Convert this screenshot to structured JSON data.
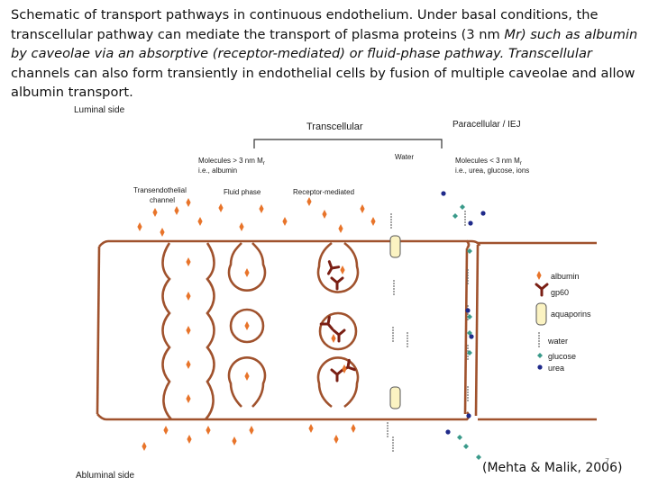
{
  "caption": {
    "p1": "Schematic of transport pathways in continuous endothelium. Under basal conditions, the transcellular pathway can mediate the transport of plasma proteins (3 nm ",
    "p2": "Mr) such as albumin by  caveolae via an absorptive (receptor-mediated) or fluid-phase pathway. Transcellular",
    "p3": " channels can also form transiently in endothelial cells by fusion of multiple caveolae and allow albumin transport."
  },
  "diagram": {
    "luminal": "Luminal side",
    "abluminal": "Abluminal side",
    "transcellular": "Transcellular",
    "paracellular": "Paracellular / IEJ",
    "molecules_large_1": "Molecules > 3 nm M",
    "molecules_large_sub": "r",
    "molecules_large_2": "i.e., albumin",
    "molecules_small_1": "Molecules < 3 nm M",
    "molecules_small_sub": "r",
    "molecules_small_2": "i.e., urea, glucose, ions",
    "water": "Water",
    "transendothelial_1": "Transendothelial",
    "transendothelial_2": "channel",
    "fluid_phase": "Fluid phase",
    "receptor_mediated": "Receptor-mediated"
  },
  "legend": {
    "albumin": "albumin",
    "gp60": "gp60",
    "aquaporins": "aquaporins",
    "water": "water",
    "glucose": "glucose",
    "urea": "urea"
  },
  "colors": {
    "membrane": "#a0522d",
    "albumin": "#e8742a",
    "gp60": "#7a1f14",
    "aquaporin_fill": "#fbf3c2",
    "water": "#666666",
    "glucose": "#3a9a8a",
    "urea": "#1f2a8a"
  },
  "citation": "(Mehta & Malik, 2006)",
  "slide_number": "7"
}
